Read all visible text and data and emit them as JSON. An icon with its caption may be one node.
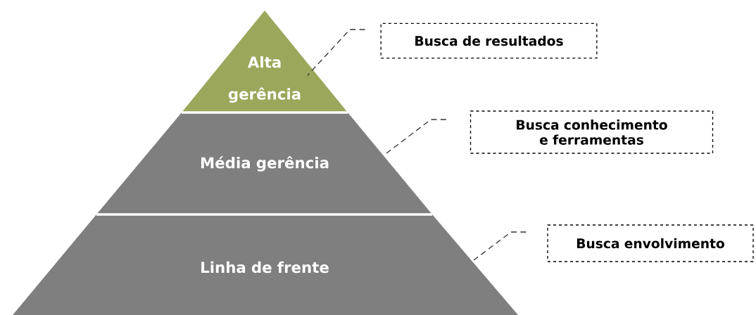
{
  "diagram": {
    "nodes": [
      {
        "text": [
          "Alta gerência"
        ]
      },
      {
        "text": [
          "Média gerência"
        ]
      },
      {
        "text": [
          "Linha de frente"
        ]
      },
      {
        "text": [
          "Busca de resultados"
        ]
      },
      {
        "text": [
          "Busca conhecimento e ferramentas"
        ]
      },
      {
        "text": [
          "Busca envolvimento"
        ]
      }
    ],
    "edges": [
      {
        "from": 3,
        "to": 0,
        "arrow": "none",
        "style": "dashed"
      },
      {
        "from": 4,
        "to": 1,
        "arrow": "none",
        "style": "dashed"
      },
      {
        "from": 5,
        "to": 2,
        "arrow": "none",
        "style": "dashed"
      }
    ]
  }
}
